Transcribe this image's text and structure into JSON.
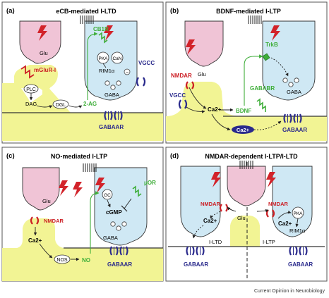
{
  "colors": {
    "presynaptic": "#f0c4d6",
    "postsynaptic": "#cfe8f4",
    "dendrite": "#f2f494",
    "outline": "#333333",
    "panel_border": "#555555",
    "green": "#3fae3a",
    "red": "#cc1f25",
    "blue": "#2a2a8c",
    "purple": "#3a2a8c",
    "lightning": "#d2232a"
  },
  "panels": {
    "a": {
      "letter": "(a)",
      "title": "eCB-mediated I-LTD",
      "glu": "Glu",
      "mglur": "mGluR-I",
      "plc": "PLC",
      "dag": "DAG",
      "dgl": "DGL",
      "ag": "2-AG",
      "cb1r": "CB1R",
      "pka": "PKA",
      "can": "CaN",
      "minus": "−",
      "rim": "RIM1α",
      "vgcc": "VGCC",
      "gaba": "GABA",
      "gabaar": "GABAAR"
    },
    "b": {
      "letter": "(b)",
      "title": "BDNF-mediated I-LTP",
      "nmdar": "NMDAR",
      "glu": "Glu",
      "vgcc": "VGCC",
      "ca1": "Ca2+",
      "bdnf": "BDNF",
      "ca2": "Ca2+",
      "trkb": "TrkB",
      "gababr": "GABABR",
      "gaba": "GABA",
      "gabaar": "GABAAR"
    },
    "c": {
      "letter": "(c)",
      "title": "NO-mediated I-LTP",
      "glu": "Glu",
      "nmdar": "NMDAR",
      "ca": "Ca2+",
      "nos": "NOS",
      "no": "NO",
      "gc": "GC",
      "cgmp": "cGMP",
      "mor": "μOR",
      "gaba": "GABA",
      "gabaar": "GABAAR"
    },
    "d": {
      "letter": "(d)",
      "title": "NMDAR-dependent I-LTP/I-LTD",
      "nmdar_l": "NMDAR",
      "nmdar_r": "NMDAR",
      "glu": "Glu",
      "ca_l": "Ca2+",
      "ca_r": "Ca2+",
      "pka": "PKA",
      "rim": "RIM1α",
      "iltd": "I-LTD",
      "iltp": "I-LTP",
      "gabaar_l": "GABAAR",
      "gabaar_r": "GABAAR"
    }
  },
  "credit": "Current Opinion in Neurobiology"
}
